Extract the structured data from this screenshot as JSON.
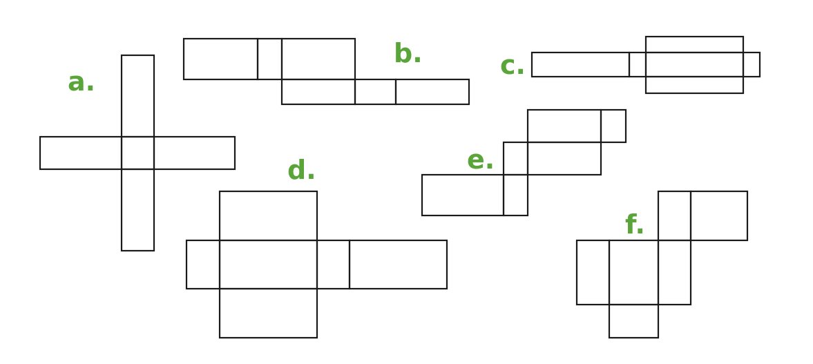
{
  "colors": {
    "label": "#5aa53a",
    "stroke": "#1a1a1a",
    "background": "#ffffff"
  },
  "nets": [
    {
      "id": "a",
      "label": "a."
    },
    {
      "id": "b",
      "label": "b."
    },
    {
      "id": "c",
      "label": "c."
    },
    {
      "id": "d",
      "label": "d."
    },
    {
      "id": "e",
      "label": "e."
    },
    {
      "id": "f",
      "label": "f."
    }
  ]
}
